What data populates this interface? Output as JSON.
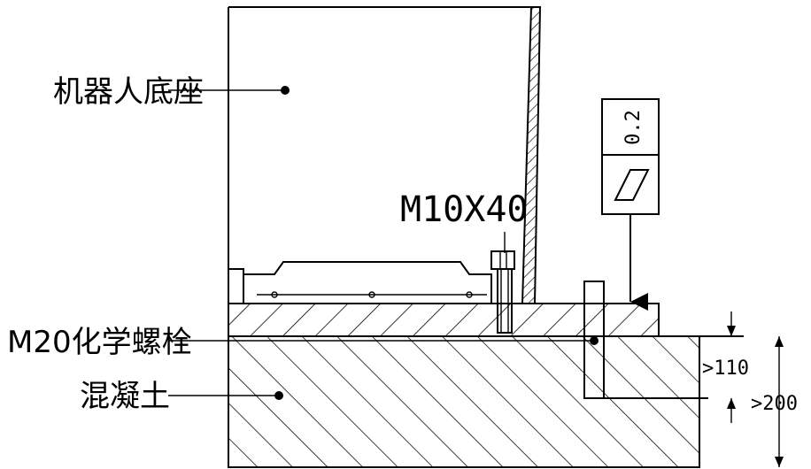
{
  "labels": {
    "robot_base": "机器人底座",
    "anchor_bolt": "M20化学螺栓",
    "concrete": "混凝土",
    "screw": "M10X40",
    "dim_110": ">110",
    "dim_200": ">200"
  },
  "tolerance_frame": {
    "value": "0.2",
    "symbol": "flatness-parallelogram-icon"
  },
  "colors": {
    "line": "#000000",
    "background": "#ffffff"
  }
}
